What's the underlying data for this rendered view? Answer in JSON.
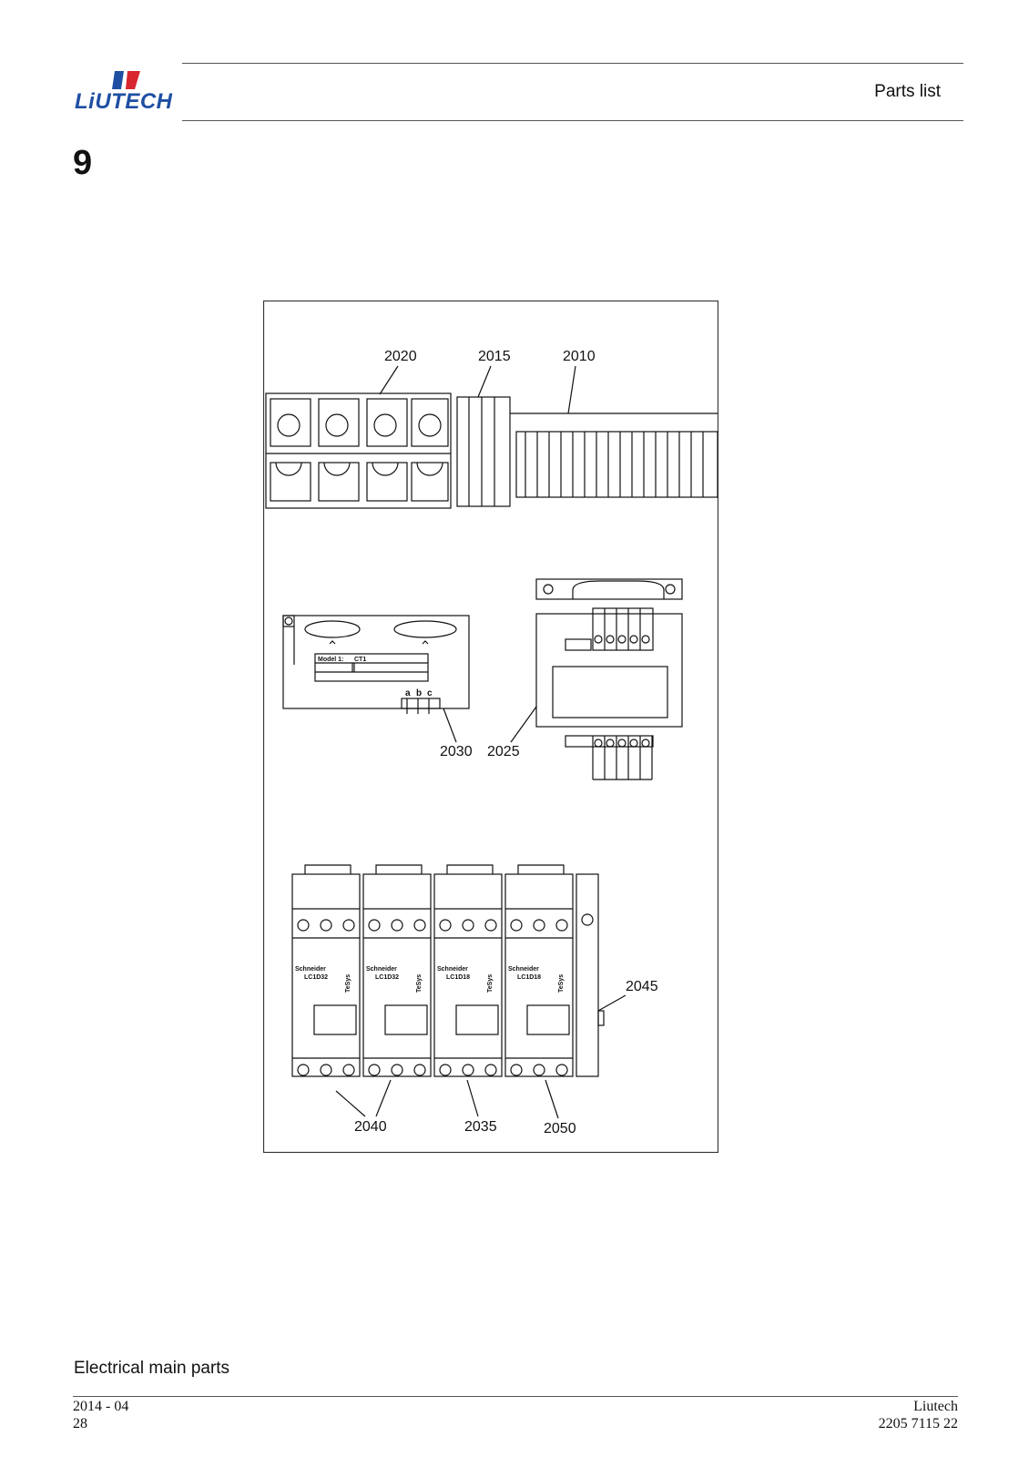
{
  "header": {
    "logo_text": "LiUTECH",
    "section_title": "Parts list"
  },
  "chapter_number": "9",
  "figure": {
    "callouts": {
      "c2020": "2020",
      "c2015": "2015",
      "c2010": "2010",
      "c2030": "2030",
      "c2025": "2025",
      "c2045": "2045",
      "c2040": "2040",
      "c2035": "2035",
      "c2050": "2050"
    },
    "ct_label": {
      "model": "Model 1:",
      "code": "CT1",
      "a": "a",
      "b": "b",
      "c": "c"
    },
    "contactors": [
      {
        "brand": "Schneider",
        "model": "LC1D32",
        "series": "TeSys"
      },
      {
        "brand": "Schneider",
        "model": "LC1D32",
        "series": "TeSys"
      },
      {
        "brand": "Schneider",
        "model": "LC1D18",
        "series": "TeSys"
      },
      {
        "brand": "Schneider",
        "model": "LC1D18",
        "series": "TeSys"
      }
    ]
  },
  "caption": "Electrical main parts",
  "footer": {
    "date": "2014 - 04",
    "page": "28",
    "company": "Liutech",
    "doc_number": "2205 7115 22"
  }
}
